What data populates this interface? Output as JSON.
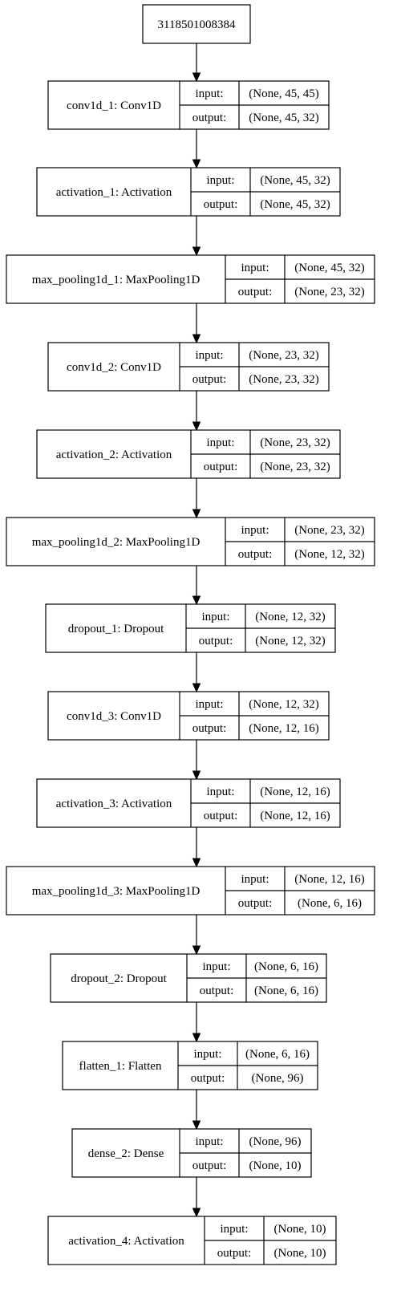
{
  "root_label": "3118501008384",
  "in_label": "input:",
  "out_label": "output:",
  "layers": [
    {
      "name": "conv1d_1: Conv1D",
      "input": "(None, 45, 45)",
      "output": "(None, 45, 32)"
    },
    {
      "name": "activation_1: Activation",
      "input": "(None, 45, 32)",
      "output": "(None, 45, 32)"
    },
    {
      "name": "max_pooling1d_1: MaxPooling1D",
      "input": "(None, 45, 32)",
      "output": "(None, 23, 32)"
    },
    {
      "name": "conv1d_2: Conv1D",
      "input": "(None, 23, 32)",
      "output": "(None, 23, 32)"
    },
    {
      "name": "activation_2: Activation",
      "input": "(None, 23, 32)",
      "output": "(None, 23, 32)"
    },
    {
      "name": "max_pooling1d_2: MaxPooling1D",
      "input": "(None, 23, 32)",
      "output": "(None, 12, 32)"
    },
    {
      "name": "dropout_1: Dropout",
      "input": "(None, 12, 32)",
      "output": "(None, 12, 32)"
    },
    {
      "name": "conv1d_3: Conv1D",
      "input": "(None, 12, 32)",
      "output": "(None, 12, 16)"
    },
    {
      "name": "activation_3: Activation",
      "input": "(None, 12, 16)",
      "output": "(None, 12, 16)"
    },
    {
      "name": "max_pooling1d_3: MaxPooling1D",
      "input": "(None, 12, 16)",
      "output": "(None, 6, 16)"
    },
    {
      "name": "dropout_2: Dropout",
      "input": "(None, 6, 16)",
      "output": "(None, 6, 16)"
    },
    {
      "name": "flatten_1: Flatten",
      "input": "(None, 6, 16)",
      "output": "(None, 96)"
    },
    {
      "name": "dense_2: Dense",
      "input": "(None, 96)",
      "output": "(None, 10)"
    },
    {
      "name": "activation_4: Activation",
      "input": "(None, 10)",
      "output": "(None, 10)"
    }
  ]
}
